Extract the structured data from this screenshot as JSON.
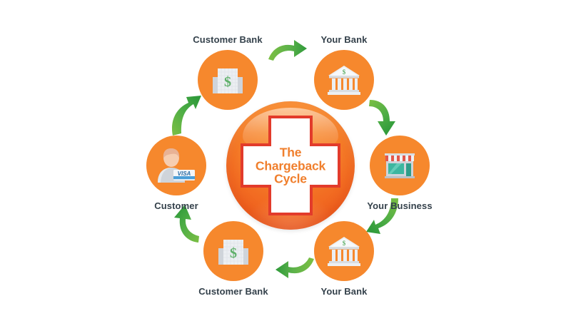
{
  "diagram": {
    "title_lines": [
      "The",
      "Chargeback",
      "Cycle"
    ],
    "title_full": "The Chargeback Cycle",
    "colors": {
      "node_orange": "#f6882d",
      "hub_orange": "#f2701f",
      "cross_outline_red": "#e23b2b",
      "cross_fill_white": "#ffffff",
      "title_orange": "#f07f2d",
      "label_slate": "#34414b",
      "arrow_green_light": "#8cc63f",
      "arrow_green_dark": "#3aa03a",
      "background": "#ffffff"
    },
    "nodes": [
      {
        "id": "customer-bank-top",
        "label": "Customer Bank",
        "icon": "invoice-dollar-icon",
        "label_position": "above"
      },
      {
        "id": "your-bank-top",
        "label": "Your Bank",
        "icon": "bank-building-icon",
        "label_position": "above"
      },
      {
        "id": "your-business",
        "label": "Your Business",
        "icon": "storefront-icon",
        "label_position": "below"
      },
      {
        "id": "your-bank-bottom",
        "label": "Your Bank",
        "icon": "bank-building-icon",
        "label_position": "below"
      },
      {
        "id": "customer-bank-bottom",
        "label": "Customer Bank",
        "icon": "invoice-dollar-icon",
        "label_position": "below"
      },
      {
        "id": "customer",
        "label": "Customer",
        "icon": "customer-visa-card-icon",
        "card_text": "VISA",
        "label_position": "below"
      }
    ],
    "arrows": [
      {
        "id": "arrow-customer-bank-to-your-bank",
        "direction": "right"
      },
      {
        "id": "arrow-your-bank-to-your-business",
        "direction": "down-right"
      },
      {
        "id": "arrow-your-business-to-your-bank",
        "direction": "down-left"
      },
      {
        "id": "arrow-your-bank-to-customer-bank",
        "direction": "left"
      },
      {
        "id": "arrow-customer-bank-to-customer",
        "direction": "up-left"
      },
      {
        "id": "arrow-customer-to-customer-bank",
        "direction": "up-right"
      }
    ]
  }
}
